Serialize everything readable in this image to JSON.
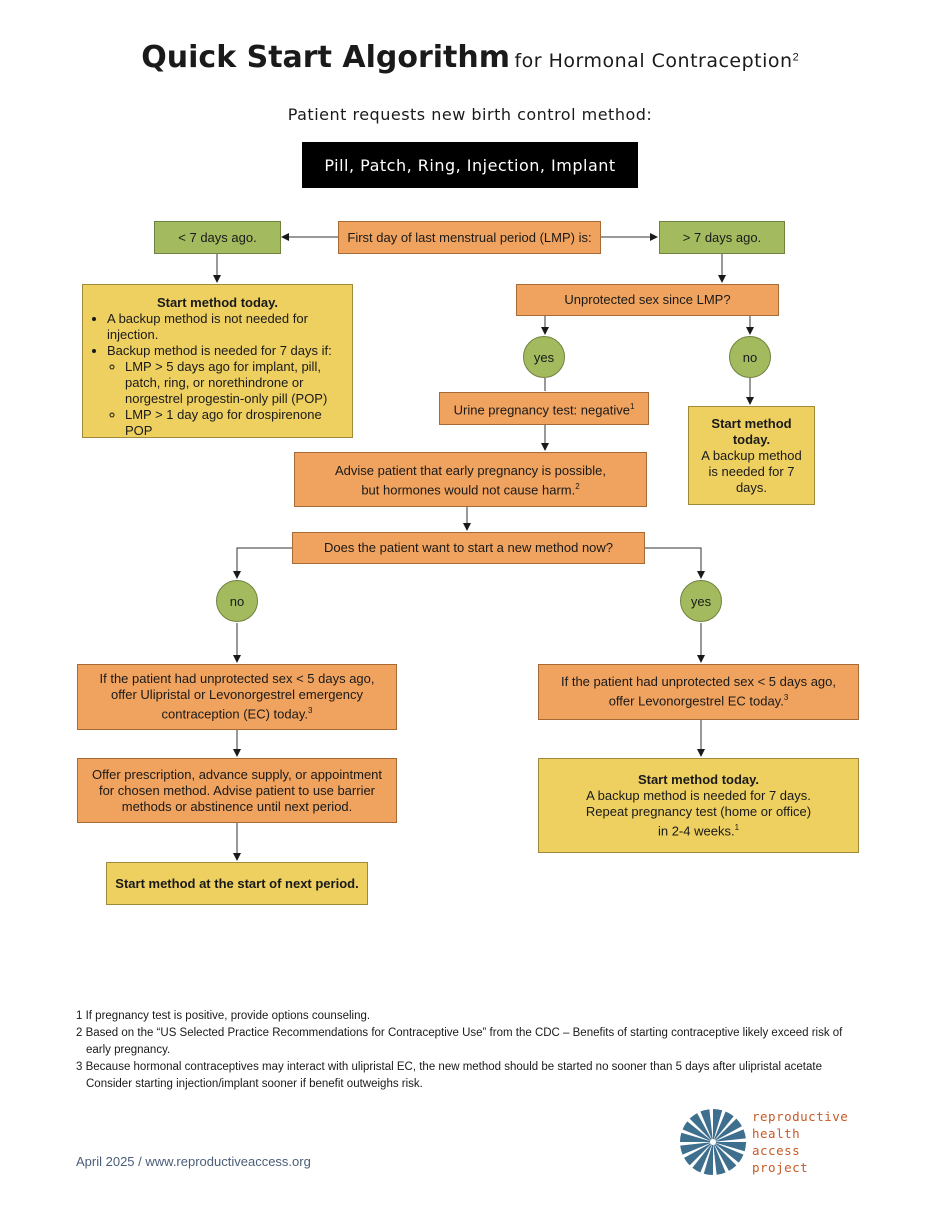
{
  "title": {
    "bold": "Quick Start Algorithm",
    "rest": "for Hormonal Contraception",
    "sup": "2"
  },
  "subtitle": "Patient requests new birth control method:",
  "methods": "Pill, Patch, Ring, Injection, Implant",
  "lmp": {
    "question": "First day of last menstrual period (LMP) is:",
    "left": "< 7 days ago.",
    "right": "> 7 days ago."
  },
  "left_start": {
    "heading": "Start method today.",
    "bullets": [
      "A backup method is not needed for injection.",
      "Backup method is needed for 7 days if:"
    ],
    "sub_bullets": [
      "LMP > 5 days ago for implant, pill, patch, ring, or norethindrone or norgestrel progestin-only pill (POP)",
      "LMP > 1 day ago for drospirenone POP"
    ]
  },
  "unprotected": "Unprotected sex since LMP?",
  "yes": "yes",
  "no": "no",
  "urine_test": "Urine pregnancy test: negative",
  "urine_sup": "1",
  "no_start": {
    "heading": "Start method today.",
    "body": "A backup method is needed for 7 days."
  },
  "advise": {
    "line1": "Advise patient that early pregnancy is possible,",
    "line2": "but hormones would not cause harm.",
    "sup": "2"
  },
  "want_now": "Does the patient want to start a new method now?",
  "no_branch": {
    "ec": "If the patient had unprotected sex < 5 days ago, offer Ulipristal or Levonorgestrel emergency contraception (EC) today.",
    "ec_sup": "3",
    "offer": "Offer prescription, advance supply, or appointment for chosen method. Advise patient to use barrier methods or abstinence until next period.",
    "start_next": "Start method at the start of next period."
  },
  "yes_branch": {
    "ec": "If the patient had unprotected sex < 5 days ago, offer Levonorgestrel EC today.",
    "ec_sup": "3",
    "start_heading": "Start method today.",
    "start_body1": "A backup method is needed for 7 days.",
    "start_body2": "Repeat pregnancy test (home or office) in 2-4 weeks.",
    "start_sup": "1"
  },
  "footnotes": [
    "1 If pregnancy test is positive, provide options counseling.",
    "2 Based on the “US Selected Practice Recommendations for Contraceptive Use” from the CDC – Benefits of starting contraceptive likely exceed risk of early pregnancy.",
    "3 Because hormonal contraceptives may interact with ulipristal EC, the new method should be started no sooner than 5 days after ulipristal acetate Consider starting injection/implant sooner if benefit outweighs risk."
  ],
  "footer": "April 2025 / www.reproductiveaccess.org",
  "logo": {
    "lines": [
      "reproductive",
      "health",
      "access",
      "project"
    ],
    "icon": "sunburst-logo-icon"
  },
  "colors": {
    "orange": "#f0a35e",
    "green": "#a3bb5e",
    "yellow": "#eed061",
    "logo_blue": "#3e6f8e",
    "logo_orange": "#c75a27"
  }
}
